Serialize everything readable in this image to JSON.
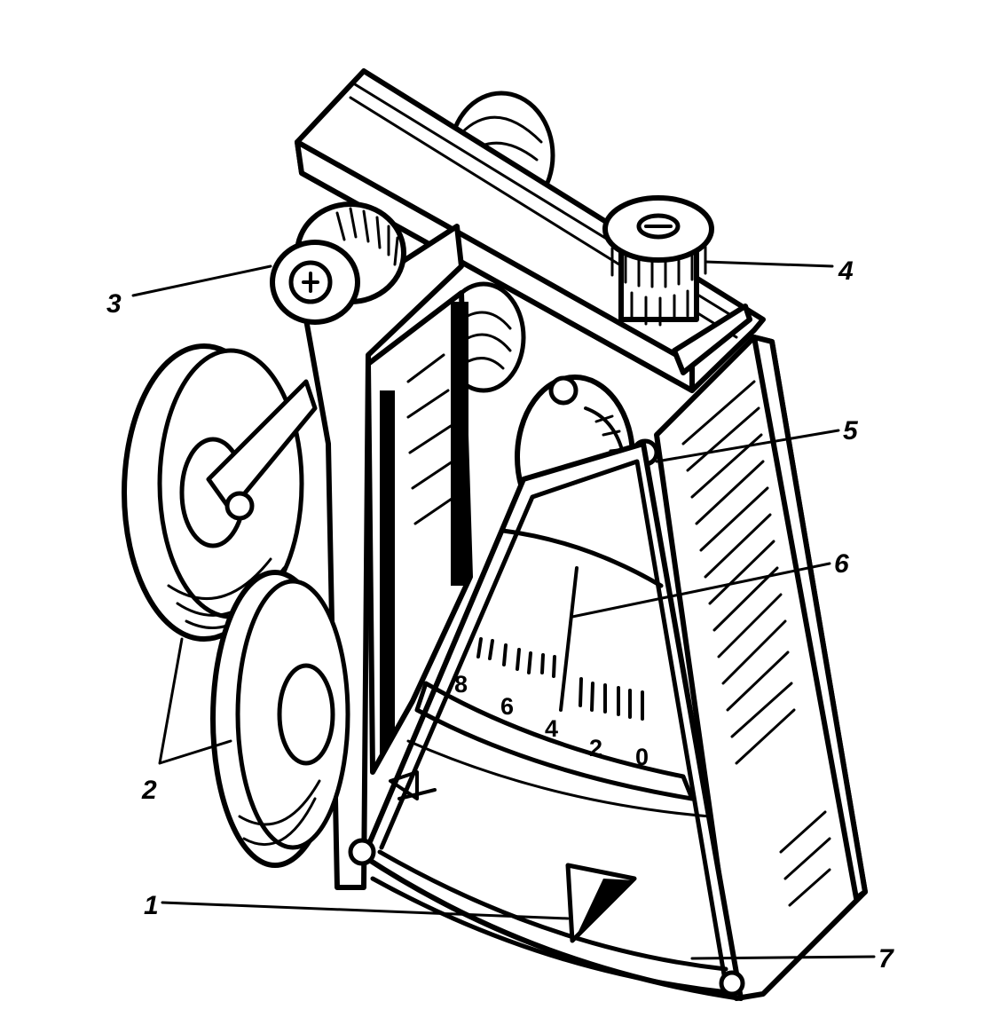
{
  "callouts": [
    {
      "id": "1",
      "label": "1"
    },
    {
      "id": "2",
      "label": "2"
    },
    {
      "id": "3",
      "label": "3"
    },
    {
      "id": "4",
      "label": "4"
    },
    {
      "id": "5",
      "label": "5"
    },
    {
      "id": "6",
      "label": "6"
    },
    {
      "id": "7",
      "label": "7"
    }
  ],
  "scale": {
    "numbers": [
      "8",
      "6",
      "4",
      "2",
      "0"
    ]
  },
  "colors": {
    "ink": "#000000",
    "paper": "#ffffff"
  }
}
